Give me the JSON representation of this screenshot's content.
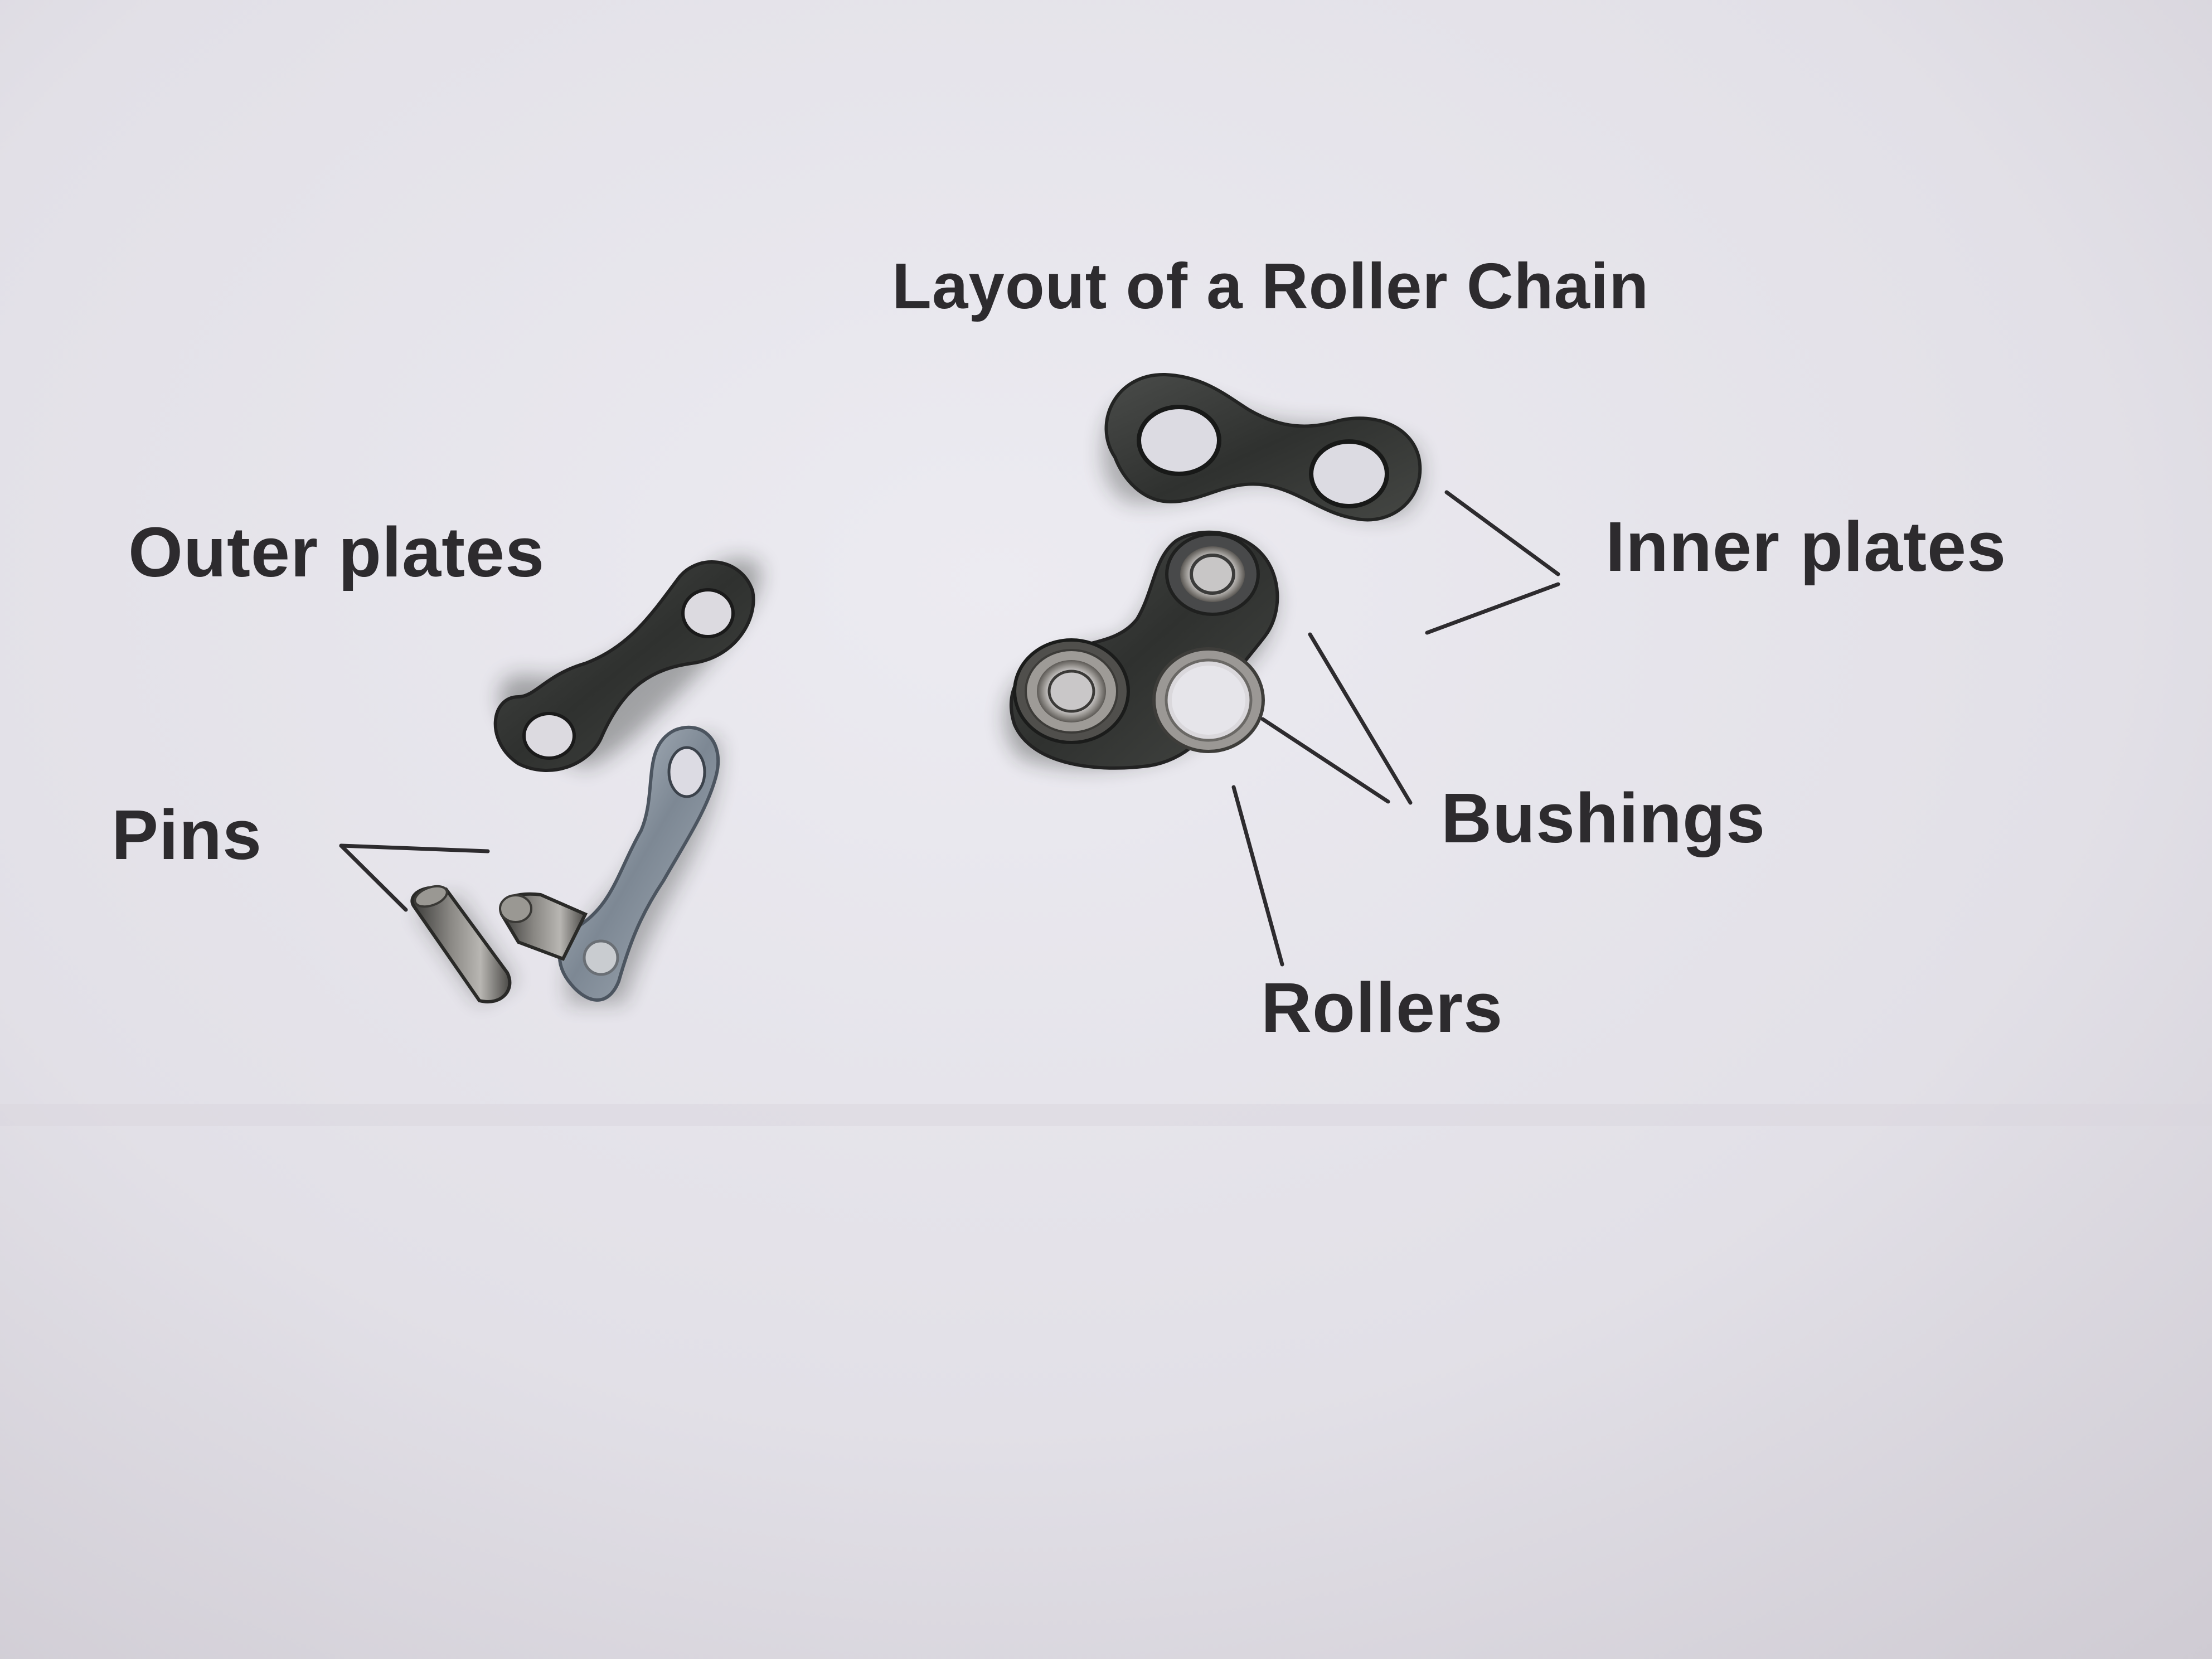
{
  "title": "Layout of a Roller Chain",
  "labels": {
    "outer_plates": "Outer plates",
    "inner_plates": "Inner plates",
    "pins": "Pins",
    "bushings": "Bushings",
    "rollers": "Rollers"
  },
  "colors": {
    "paper": "#e4e2e9",
    "ink": "#2d2b2e",
    "plate_dark": "#3b3d3c",
    "plate_silver": "#8e98a4",
    "metal_light": "#b9b7b4"
  }
}
